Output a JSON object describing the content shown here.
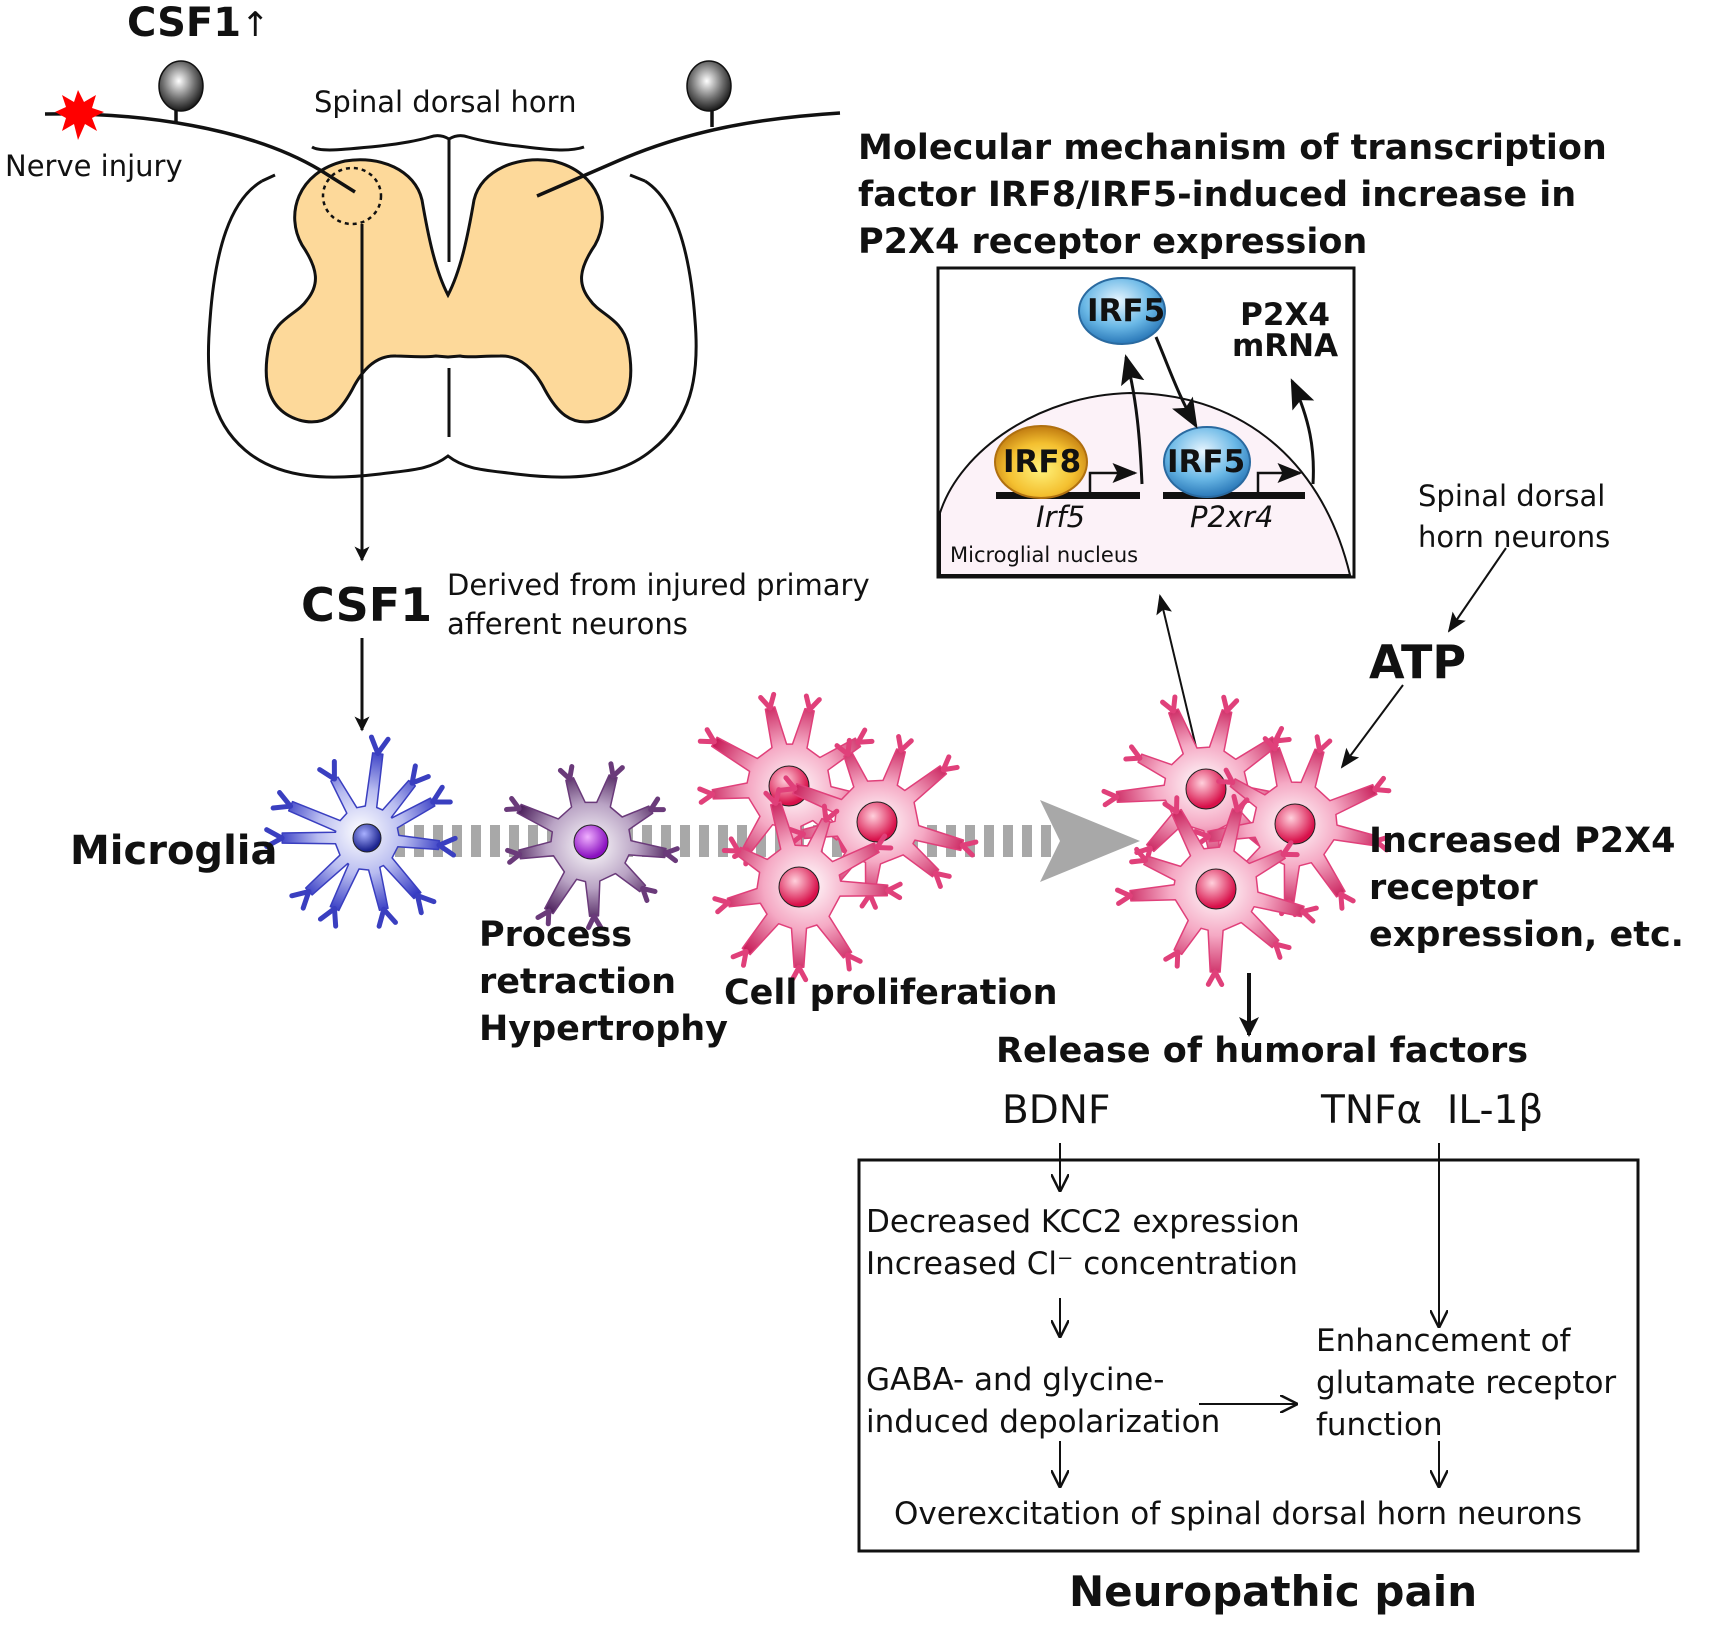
{
  "top": {
    "csf1_up_label": "CSF1",
    "csf1_up_arrow": "↑",
    "nerve_injury_label": "Nerve injury",
    "spinal_dorsal_horn_label": "Spinal dorsal horn"
  },
  "mechanism": {
    "title_lines": [
      "Molecular mechanism of transcription",
      "factor IRF8/IRF5-induced increase in",
      "P2X4 receptor expression"
    ],
    "inset": {
      "irf5_top": "IRF5",
      "p2x4_mrna_line1": "P2X4",
      "p2x4_mrna_line2": "mRNA",
      "irf8": "IRF8",
      "irf5_bound": "IRF5",
      "gene_irf5": "Irf5",
      "gene_p2xr4": "P2xr4",
      "nucleus_label": "Microglial nucleus"
    },
    "colors": {
      "irf5_blue": "#4fa3d9",
      "irf8_orange": "#f0b030",
      "nucleus_fill": "#fcf2f8"
    }
  },
  "middle": {
    "csf1_label": "CSF1",
    "csf1_source_line1": "Derived from injured primary",
    "csf1_source_line2": "afferent neurons",
    "spinal_neurons_line1": "Spinal dorsal",
    "spinal_neurons_line2": "horn neurons",
    "atp_label": "ATP"
  },
  "stages": {
    "microglia_label": "Microglia",
    "process_line1": "Process",
    "process_line2": "retraction",
    "process_line3": "Hypertrophy",
    "proliferation_label": "Cell proliferation",
    "increased_line1": "Increased P2X4",
    "increased_line2": "receptor",
    "increased_line3": "expression, etc.",
    "colors": {
      "resting_blue": "#3a3fc0",
      "transition_purple": "#6a3a7a",
      "activated_pink": "#e0407a",
      "arrow_gray": "#a8a8a8",
      "cord_fill": "#fdd99a",
      "injury_red": "#ff0000"
    }
  },
  "humoral": {
    "title": "Release of humoral factors",
    "bdnf": "BDNF",
    "tnf_il": "TNFα  IL-1β",
    "kcc2_line1": "Decreased KCC2 expression",
    "kcc2_line2": "Increased Cl⁻ concentration",
    "gaba_line1": "GABA- and glycine-",
    "gaba_line2": "induced depolarization",
    "glut_line1": "Enhancement of",
    "glut_line2": "glutamate receptor",
    "glut_line3": "function",
    "overexcitation": "Overexcitation of spinal dorsal horn neurons",
    "outcome": "Neuropathic pain"
  }
}
